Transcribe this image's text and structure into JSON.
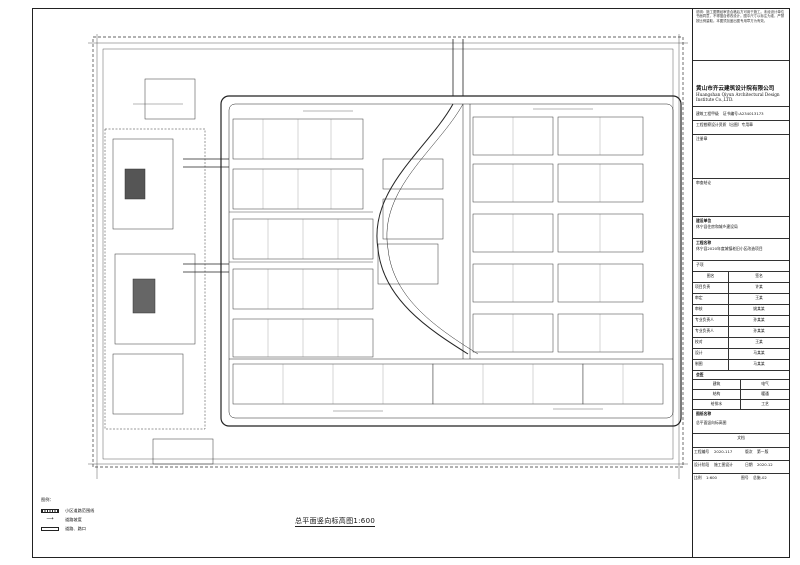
{
  "title_block": {
    "notes": "说明：施工图需经审查合格后方可用于施工。未经设计单位书面同意，不得擅自修改设计。图中尺寸以标注为准，严禁按比例量取。本图须加盖出图专用章方为有效。",
    "company_zh": "黄山市齐云建筑设计院有限公司",
    "company_en_1": "Huangshan Qiyun Architectural Design",
    "company_en_2": "Institute Co.,LTD.",
    "qualification_label": "建筑工程甲级",
    "certificate": "证书编号:A234013173",
    "stamp_label": "工程勘察设计资质（出图）专用章",
    "registration_label": "注册章",
    "review_label": "审查结论",
    "client_label": "建设单位",
    "client_value": "休宁县住房和城乡建设局",
    "project_label": "工程名称",
    "project_value": "休宁县2020年度城镇老旧小区改造项目",
    "subproject_label": "子项",
    "chinese_name_label": "图名",
    "drawing_name_label": "签名",
    "roles": [
      {
        "role": "项目负责",
        "name": "许某"
      },
      {
        "role": "审定",
        "name": "王某"
      },
      {
        "role": "审核",
        "name": "姚某某"
      },
      {
        "role": "专业负责人",
        "name": "孙某某"
      },
      {
        "role": "专业负责人",
        "name": "孙某某"
      },
      {
        "role": "校对",
        "name": "王某"
      },
      {
        "role": "设计",
        "name": "马某某"
      },
      {
        "role": "制图",
        "name": "马某某"
      }
    ],
    "cosign_label": "会签",
    "cosign_rows": [
      {
        "a": "建筑",
        "b": "电气"
      },
      {
        "a": "结构",
        "b": "暖通"
      },
      {
        "a": "给排水",
        "b": "工艺"
      }
    ],
    "drawing_title_label": "图纸名称",
    "drawing_title_value": "总平面竖向标高图",
    "version_label": "文档",
    "project_no_label": "工程编号",
    "project_no": "2020-117",
    "version_no_label": "版次",
    "version_no": "第一版",
    "stage_label": "设计阶段",
    "stage": "施工图设计",
    "date_label": "日期",
    "date": "2020.12",
    "scale_label": "比例",
    "scale": "1:600",
    "sheet_label": "图号",
    "sheet": "总施-02"
  },
  "drawing": {
    "caption": "总平面竖向标高图1:600"
  },
  "legend": {
    "title": "图例：",
    "items": [
      {
        "label": "小区道路范围线",
        "kind": "hatch"
      },
      {
        "label": "道路坡度",
        "kind": "arrow"
      },
      {
        "label": "道路、路口",
        "kind": "box"
      }
    ]
  }
}
